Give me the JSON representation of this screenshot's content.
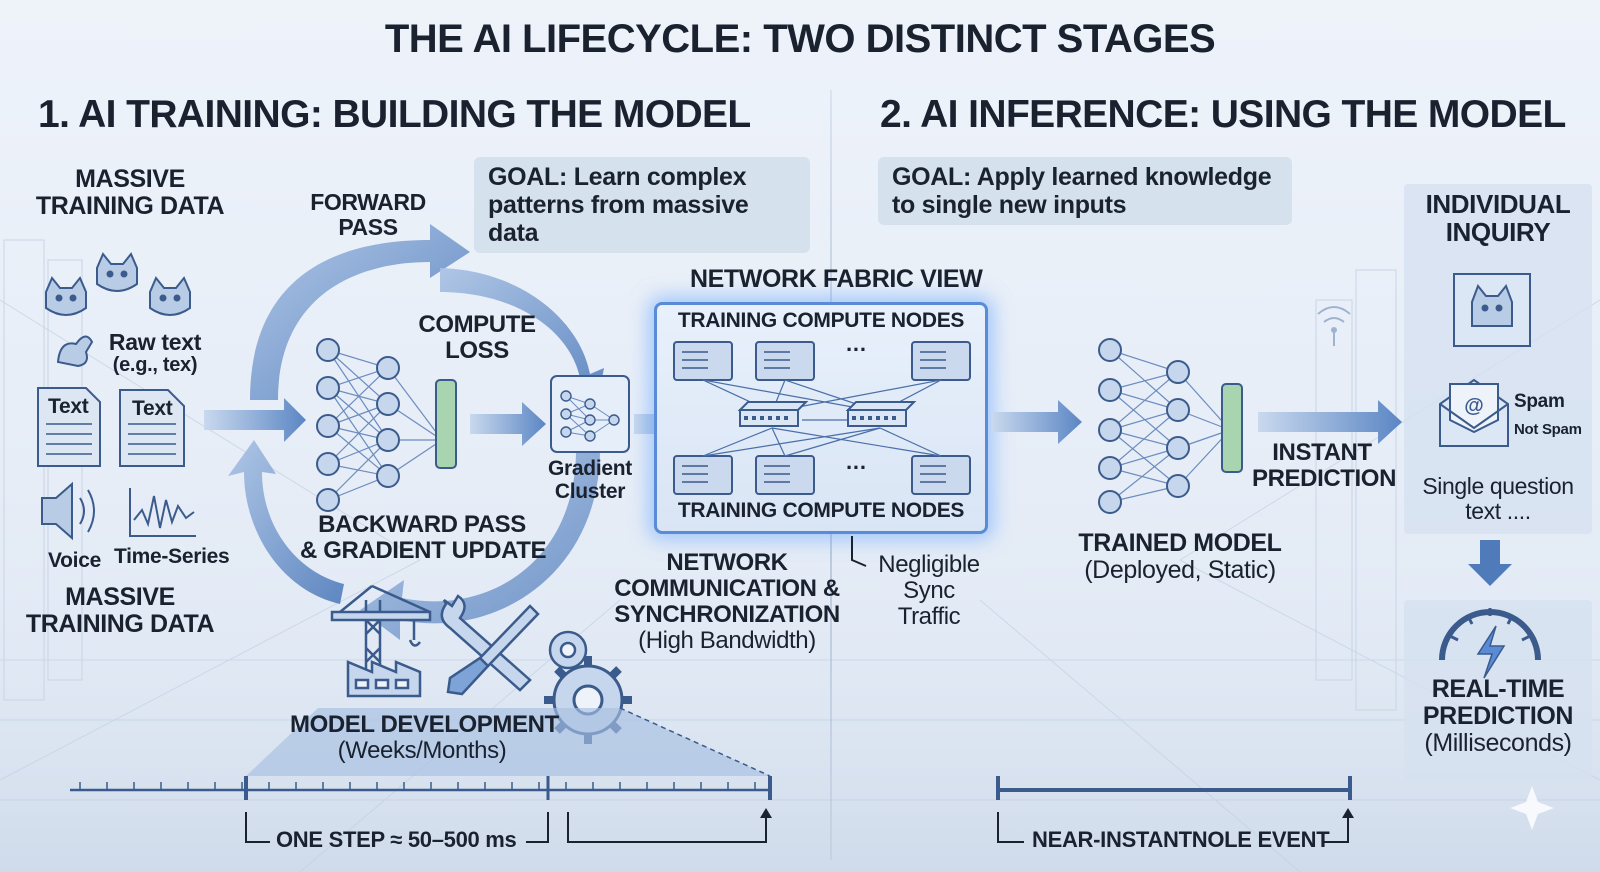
{
  "title": "THE AI LIFECYCLE: TWO DISTINCT STAGES",
  "training": {
    "heading": "1. AI TRAINING: BUILDING THE MODEL",
    "goal_line1": "GOAL: Learn complex",
    "goal_line2": "patterns from massive data",
    "massive_data_top_1": "MASSIVE",
    "massive_data_top_2": "TRAINING DATA",
    "raw_text_1": "Raw text",
    "raw_text_2": "(e.g., tex)",
    "doc_label_1": "Text",
    "doc_label_2": "Text",
    "voice": "Voice",
    "time_series": "Time-Series",
    "massive_data_bottom_1": "MASSIVE",
    "massive_data_bottom_2": "TRAINING DATA",
    "forward_pass_1": "FORWARD",
    "forward_pass_2": "PASS",
    "compute_loss_1": "COMPUTE",
    "compute_loss_2": "LOSS",
    "backward_1": "BACKWARD PASS",
    "backward_2": "& GRADIENT UPDATE",
    "gradient_cluster_1": "Gradient",
    "gradient_cluster_2": "Cluster",
    "model_dev_1": "MODEL DEVELOPMENT",
    "model_dev_2": "(Weeks/Months)",
    "one_step": "ONE STEP ≈ 50–500 ms"
  },
  "fabric": {
    "heading": "NETWORK FABRIC VIEW",
    "top_nodes": "TRAINING COMPUTE NODES",
    "bottom_nodes": "TRAINING COMPUTE NODES",
    "ellipsis": "···",
    "comm_1": "NETWORK",
    "comm_2": "COMMUNICATION &",
    "comm_3": "SYNCHRONIZATION",
    "comm_4": "(High Bandwidth)",
    "neg_1": "Negligible",
    "neg_2": "Sync",
    "neg_3": "Traffic"
  },
  "inference": {
    "heading": "2. AI INFERENCE: USING THE MODEL",
    "goal_line1": "GOAL: Apply learned knowledge",
    "goal_line2": "to single new inputs",
    "trained_1": "TRAINED MODEL",
    "trained_2": "(Deployed, Static)",
    "instant_1": "INSTANT",
    "instant_2": "PREDICTION",
    "inquiry_1": "INDIVIDUAL",
    "inquiry_2": "INQUIRY",
    "spam": "Spam",
    "not_spam": "Not Spam",
    "single_q_1": "Single question",
    "single_q_2": "text ....",
    "rt_1": "REAL-TIME",
    "rt_2": "PREDICTION",
    "rt_3": "(Milliseconds)",
    "near_instant": "NEAR-INSTANTNOLE EVENT"
  },
  "colors": {
    "accent": "#3f6fb8",
    "arrow_fill": "#7ea3d6",
    "glow": "#5a8bd6",
    "panel": "#d6e1ee",
    "text": "#1a2230"
  }
}
